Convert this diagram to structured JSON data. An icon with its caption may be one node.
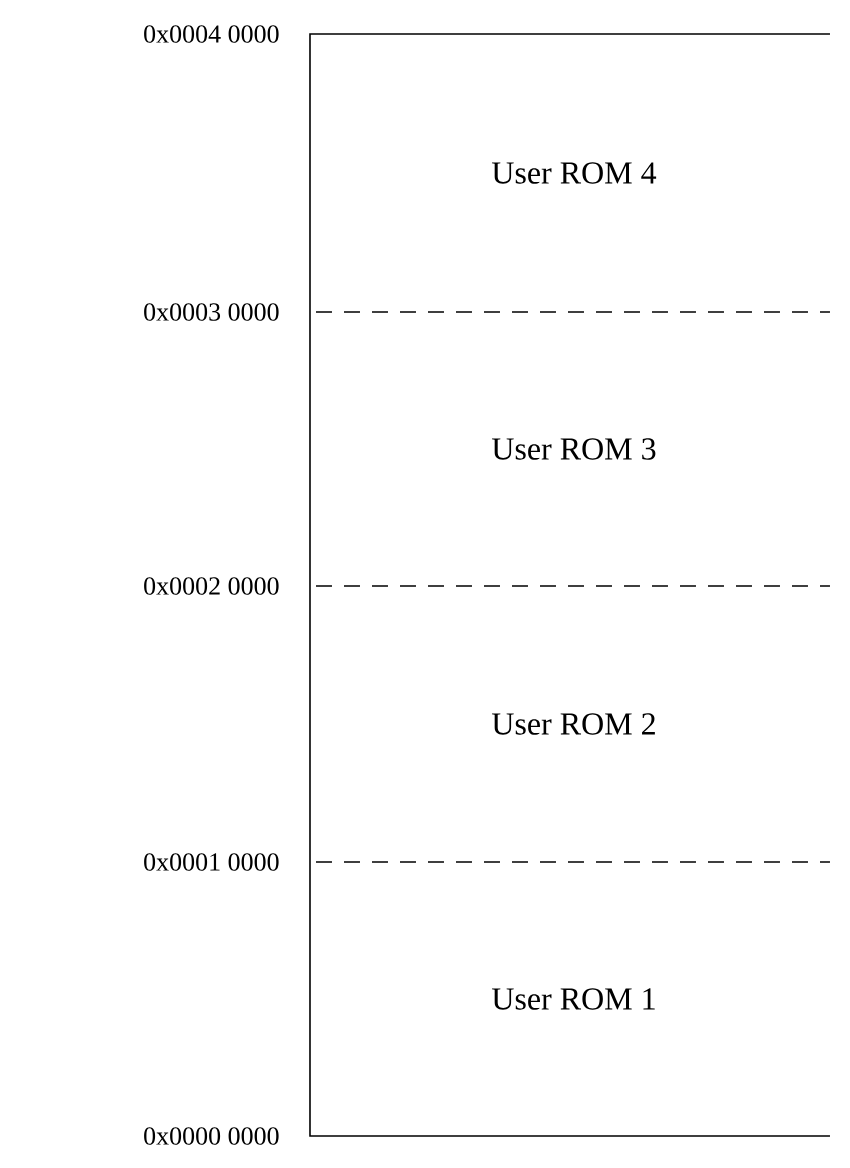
{
  "diagram": {
    "nodes": [
      {
        "text": [
          "User ROM 4"
        ]
      },
      {
        "text": [
          "User ROM 3"
        ]
      },
      {
        "text": [
          "User ROM 2"
        ]
      },
      {
        "text": [
          "User ROM 1"
        ]
      }
    ],
    "labels": [
      "0x0004 0000",
      "0x0003 0000",
      "0x0002 0000",
      "0x0001 0000",
      "0x0000 0000"
    ]
  }
}
